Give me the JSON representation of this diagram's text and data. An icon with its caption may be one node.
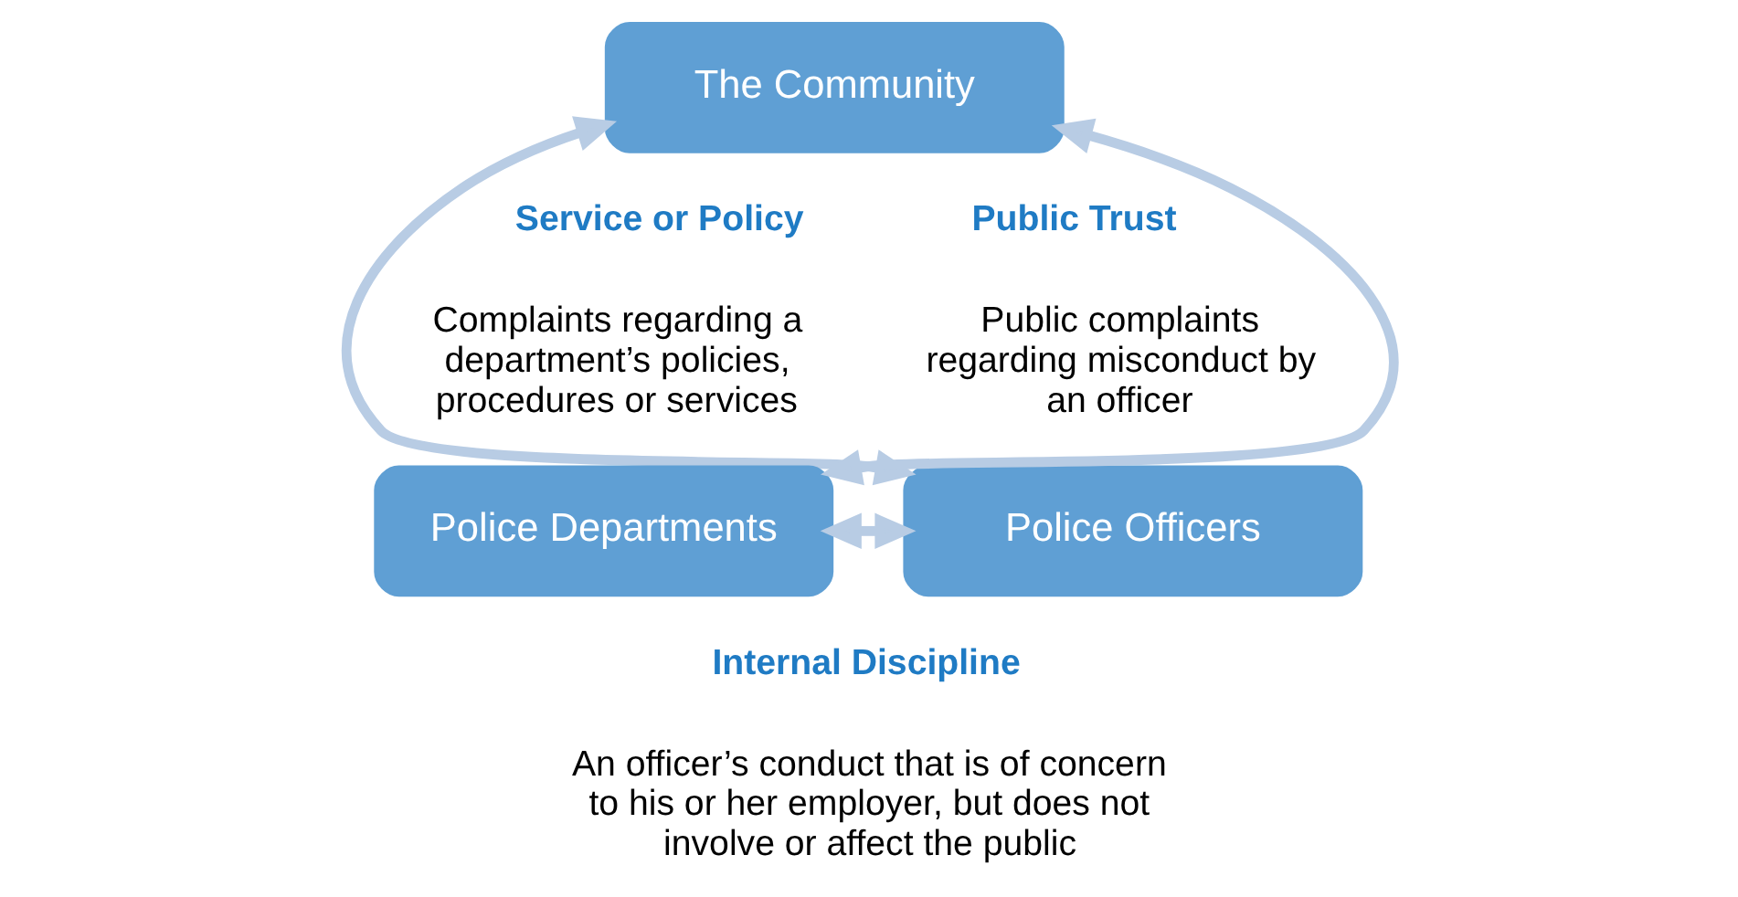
{
  "diagram": {
    "nodes": [
      {
        "text": [
          "The Community"
        ]
      },
      {
        "text": [
          "Police Departments"
        ]
      },
      {
        "text": [
          "Police Officers"
        ]
      }
    ],
    "edges": [
      {
        "from": 1,
        "to": 0,
        "arrow": "both"
      },
      {
        "from": 0,
        "to": 2,
        "arrow": "both"
      },
      {
        "from": 1,
        "to": 2,
        "arrow": "both"
      }
    ],
    "labels": [
      "Service or Policy",
      "Complaints regarding a department’s policies, procedures or services",
      "Public Trust",
      "Public complaints regarding misconduct by an officer",
      "Internal Discipline",
      "An officer’s conduct that is of concern to his or her employer, but does not involve or affect the public"
    ]
  }
}
